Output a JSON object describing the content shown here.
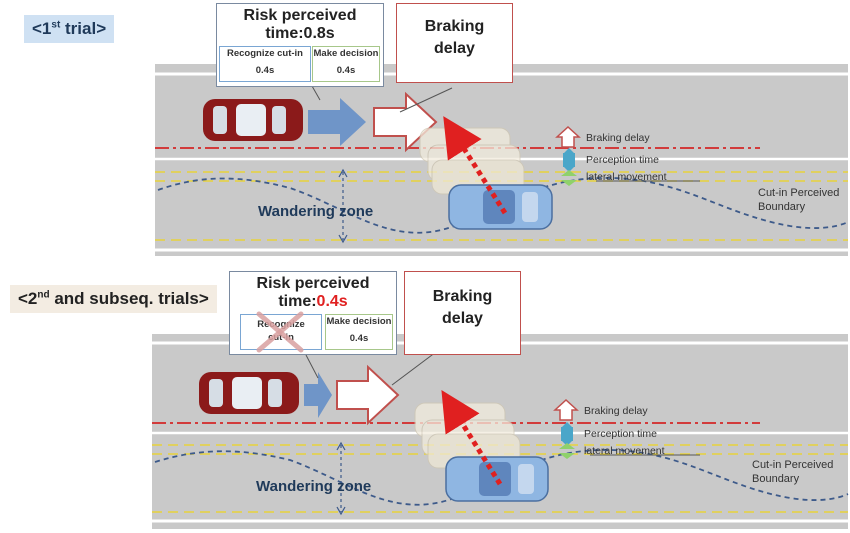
{
  "colors": {
    "road": "#c9c9c9",
    "lane_white": "#ffffff",
    "lane_yellow": "#e8d23a",
    "red_line": "#d23b3b",
    "dash_blue": "#3d5a8a",
    "arrow_blue": "#6f95c8",
    "red_car": "#8b1a1a",
    "blue_car": "#8fb6e2",
    "trial_bg": "#cfe1f3",
    "red_text": "#e02020"
  },
  "trial1": {
    "label_prefix": "<1",
    "label_sup": "st",
    "label_suffix": " trial>",
    "risk_title_line1": "Risk perceived",
    "risk_title_line2": "time:0.8s",
    "recognize_label": "Recognize cut-in",
    "recognize_value": "0.4s",
    "decision_label": "Make decision",
    "decision_value": "0.4s",
    "braking_line1": "Braking",
    "braking_line2": "delay",
    "legend_braking": "Braking delay",
    "legend_perception": "Perception time",
    "legend_lateral": "lateral movement",
    "boundary_line1": "Cut-in Perceived",
    "boundary_line2": "Boundary",
    "wandering": "Wandering zone"
  },
  "trial2": {
    "label_prefix": "<2",
    "label_sup": "nd",
    "label_suffix": " and subseq. trials>",
    "risk_title_line1": "Risk perceived",
    "risk_title_prefix": "time:",
    "risk_title_value": "0.4s",
    "recognize_label_line1": "Recognize",
    "recognize_label_line2": "cut-in",
    "decision_label": "Make decision",
    "decision_value": "0.4s",
    "braking_line1": "Braking",
    "braking_line2": "delay",
    "legend_braking": "Braking delay",
    "legend_perception": "Perception time",
    "legend_lateral": "lateral movement",
    "boundary_line1": "Cut-in Perceived",
    "boundary_line2": "Boundary",
    "wandering": "Wandering zone"
  }
}
